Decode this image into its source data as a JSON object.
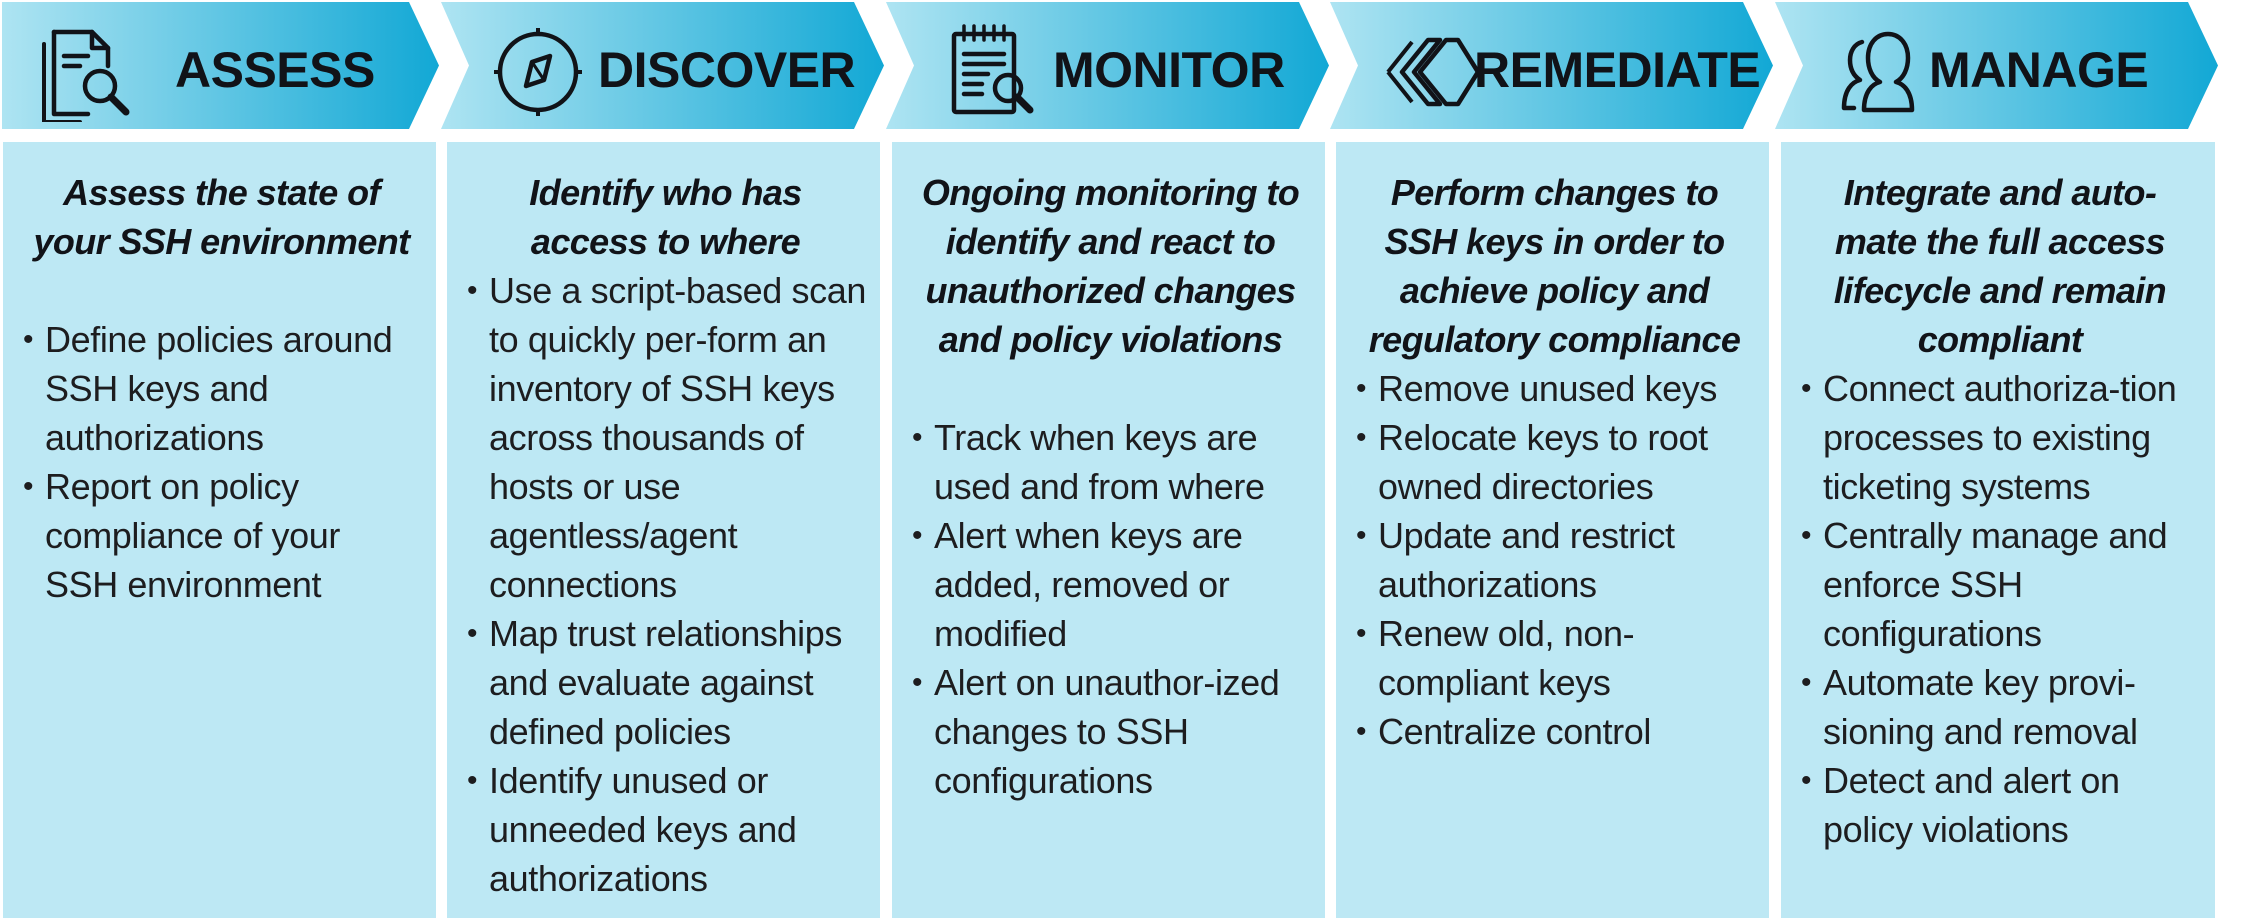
{
  "colors": {
    "arrow_gradient_start": "#a9e2f1",
    "arrow_gradient_end": "#13a9d6",
    "panel_background": "#bde8f4",
    "text": "#111318"
  },
  "phases": [
    {
      "title": "ASSESS",
      "icon": "document-magnifier-icon",
      "heading": "Assess the state of your SSH environment",
      "bullets": [
        "Define policies around SSH keys and authorizations",
        "Report on policy compliance of your SSH environment"
      ]
    },
    {
      "title": "DISCOVER",
      "icon": "compass-icon",
      "heading": "Identify who has access to where",
      "bullets": [
        "Use a script-based scan to quickly per-form an inventory of SSH keys across thousands of hosts or use agentless/agent connections",
        "Map trust relationships and evaluate against defined policies",
        "Identify unused or unneeded keys and authorizations"
      ]
    },
    {
      "title": "MONITOR",
      "icon": "notepad-magnifier-icon",
      "heading": "Ongoing monitoring to identify and react to unauthorized changes and policy violations",
      "bullets": [
        "Track when keys are used and from where",
        "Alert when keys are added, removed or modified",
        "Alert on unauthor-ized changes to SSH configurations"
      ]
    },
    {
      "title": "REMEDIATE",
      "icon": "stacked-diamonds-icon",
      "heading": "Perform changes to SSH keys in order to achieve policy and regulatory compliance",
      "bullets": [
        "Remove unused keys",
        "Relocate keys to root owned directories",
        "Update and restrict authorizations",
        "Renew old, non-compliant keys",
        "Centralize control"
      ]
    },
    {
      "title": "MANAGE",
      "icon": "users-icon",
      "heading": "Integrate and auto-mate the full access lifecycle and remain compliant",
      "bullets": [
        "Connect authoriza-tion processes to existing ticketing systems",
        "Centrally manage and enforce SSH configurations",
        "Automate key provi-sioning and removal",
        "Detect and alert on policy violations"
      ]
    }
  ]
}
